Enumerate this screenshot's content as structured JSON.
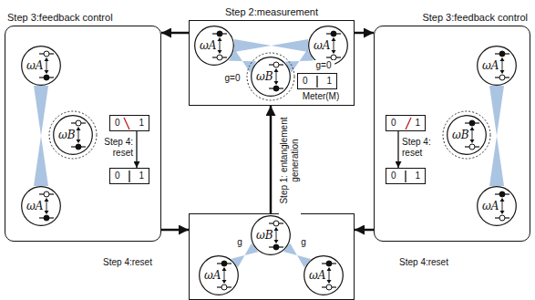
{
  "diagram": {
    "nodes": [
      {
        "text": [
          "Step 2:measurement"
        ]
      },
      {
        "text": [
          "ωA"
        ],
        "in": 0
      },
      {
        "text": [
          "ωA"
        ],
        "in": 0
      },
      {
        "text": [
          "ωB"
        ],
        "in": 0
      },
      {
        "text": [
          "0",
          "1"
        ],
        "in": 0
      },
      {
        "text": [
          "Step 3:feedback control"
        ]
      },
      {
        "text": [
          "ωA"
        ],
        "in": 5
      },
      {
        "text": [
          "ωB"
        ],
        "in": 5
      },
      {
        "text": [
          "ωA"
        ],
        "in": 5
      },
      {
        "text": [
          "0",
          "1"
        ],
        "in": 5
      },
      {
        "text": [
          "0",
          "1"
        ],
        "in": 5
      },
      {
        "text": [
          "Step 3:feedback control"
        ]
      },
      {
        "text": [
          "ωA"
        ],
        "in": 11
      },
      {
        "text": [
          "ωB"
        ],
        "in": 11
      },
      {
        "text": [
          "ωA"
        ],
        "in": 11
      },
      {
        "text": [
          "0",
          "1"
        ],
        "in": 11
      },
      {
        "text": [
          "0",
          "1"
        ],
        "in": 11
      },
      {
        "text": []
      },
      {
        "text": [
          "ωB"
        ],
        "in": 17
      },
      {
        "text": [
          "ωA"
        ],
        "in": 17
      },
      {
        "text": [
          "ωA"
        ],
        "in": 17
      }
    ],
    "edges": [
      {
        "from": 17,
        "to": 0,
        "arrow": "to",
        "label": "Step 1: entanglement generation"
      },
      {
        "from": 0,
        "to": 5,
        "arrow": "to"
      },
      {
        "from": 0,
        "to": 11,
        "arrow": "to"
      },
      {
        "from": 5,
        "to": 17,
        "arrow": "to",
        "label": "Step 4:reset"
      },
      {
        "from": 11,
        "to": 17,
        "arrow": "to",
        "label": "Step 4:reset"
      },
      {
        "from": 1,
        "to": 2,
        "arrow": "none"
      },
      {
        "from": 3,
        "to": 1,
        "arrow": "none",
        "label": "g=0"
      },
      {
        "from": 3,
        "to": 2,
        "arrow": "none",
        "label": "g=0"
      },
      {
        "from": 6,
        "to": 8,
        "arrow": "none"
      },
      {
        "from": 9,
        "to": 10,
        "arrow": "to",
        "label": "Step 4: reset"
      },
      {
        "from": 12,
        "to": 14,
        "arrow": "none"
      },
      {
        "from": 15,
        "to": 16,
        "arrow": "to",
        "label": "Step 4: reset"
      },
      {
        "from": 18,
        "to": 19,
        "arrow": "none",
        "label": "g"
      },
      {
        "from": 18,
        "to": 20,
        "arrow": "none",
        "label": "g"
      }
    ],
    "labels": [
      "Meter(M)"
    ]
  }
}
